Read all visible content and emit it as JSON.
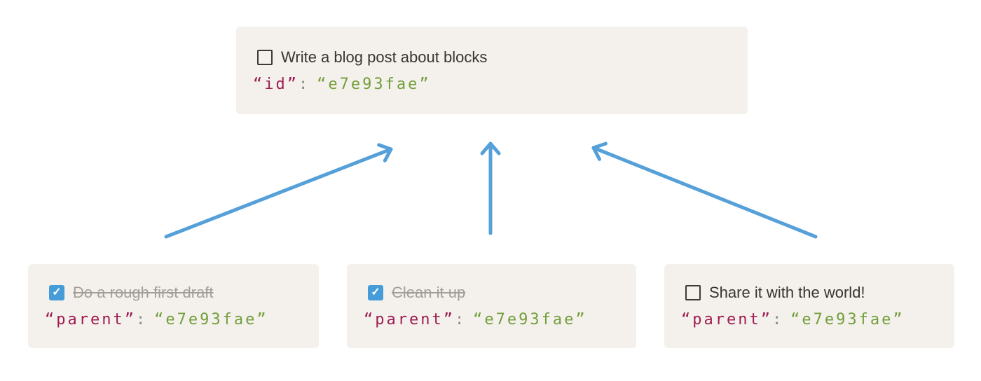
{
  "colors": {
    "page_bg": "#ffffff",
    "box_bg": "#f4f1ec",
    "title_text": "#37352f",
    "done_text": "#a29f9a",
    "json_key": "#9e1c53",
    "json_colon": "#8a8a86",
    "json_value": "#739e3c",
    "checkbox_border": "#3a3a38",
    "checkbox_checked_bg": "#459cd9",
    "checkmark_color": "#ffffff",
    "arrow": "#55a0d8"
  },
  "icons": {
    "checkmark": "✓"
  },
  "parent_block": {
    "title": "Write a blog post about blocks",
    "checked": false,
    "json": {
      "key": "“id”",
      "colon": ":",
      "value": "“e7e93fae”"
    }
  },
  "child_blocks": [
    {
      "title": "Do a rough first draft",
      "checked": true,
      "json": {
        "key": "“parent”",
        "colon": ":",
        "value": "“e7e93fae”"
      }
    },
    {
      "title": "Clean it up",
      "checked": true,
      "json": {
        "key": "“parent”",
        "colon": ":",
        "value": "“e7e93fae”"
      }
    },
    {
      "title": "Share it with the world!",
      "checked": false,
      "json": {
        "key": "“parent”",
        "colon": ":",
        "value": "“e7e93fae”"
      }
    }
  ]
}
